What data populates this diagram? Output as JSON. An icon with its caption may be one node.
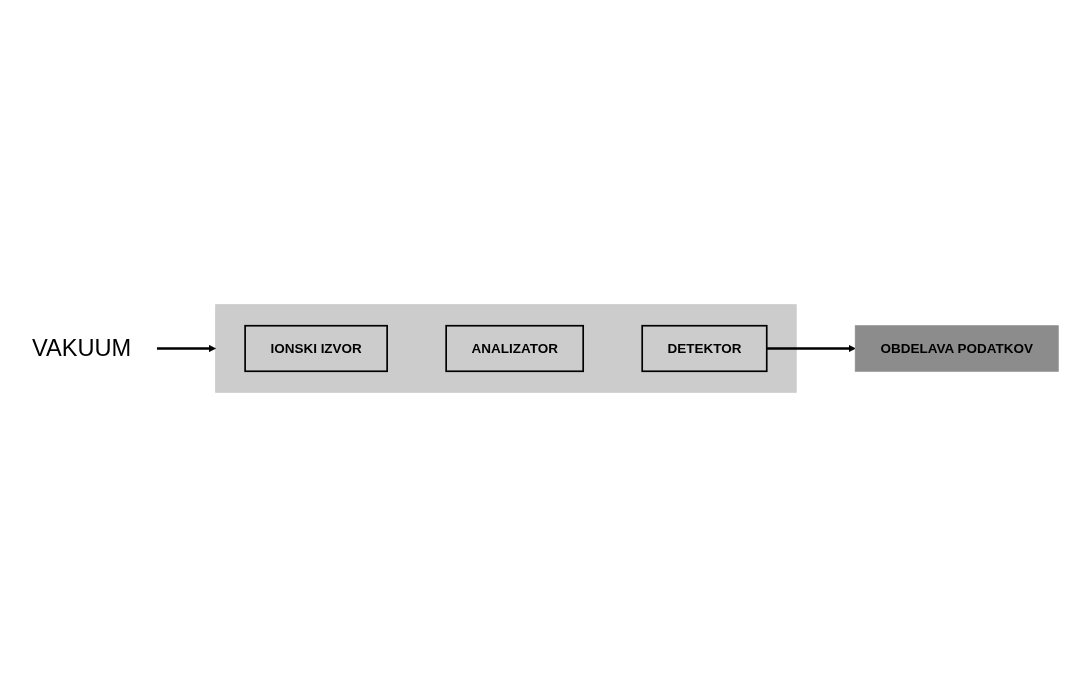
{
  "diagram": {
    "nodes": [
      {
        "text": [],
        "shape": "box"
      },
      {
        "text": [
          "IONSKI IZVOR"
        ],
        "in": 0
      },
      {
        "text": [
          "ANALIZATOR"
        ],
        "in": 0
      },
      {
        "text": [
          "DETEKTOR"
        ],
        "in": 0
      },
      {
        "text": [
          "VAKUUM"
        ]
      },
      {
        "text": [
          "OBDELAVA PODATKOV"
        ]
      }
    ],
    "edges": [
      {
        "from": 4,
        "to": 0,
        "arrow": "to"
      },
      {
        "from": 3,
        "to": 5,
        "arrow": "to"
      }
    ]
  }
}
